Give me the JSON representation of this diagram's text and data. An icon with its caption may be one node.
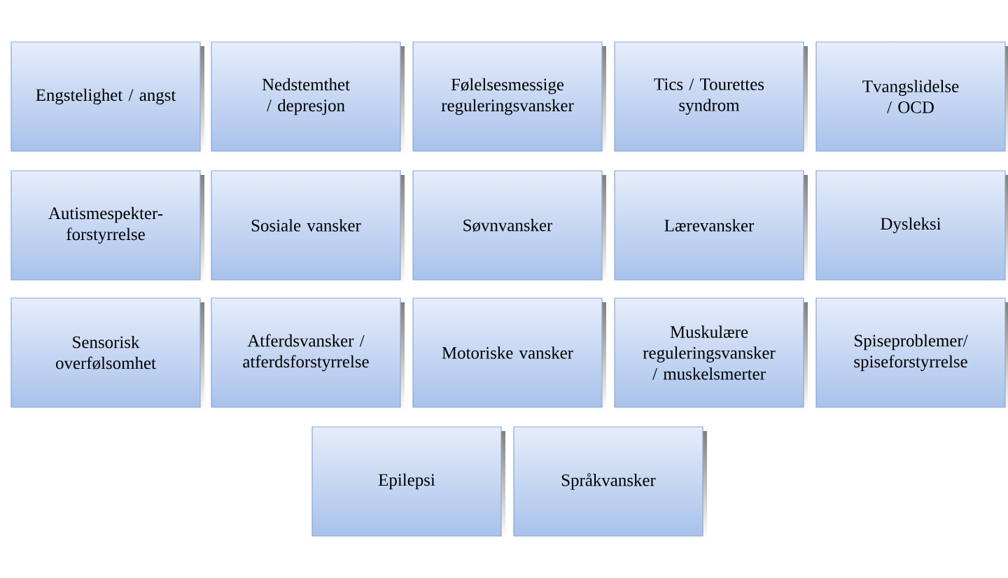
{
  "diagram": {
    "nodes": [
      {
        "text": [
          "Engstelighet / angst"
        ]
      },
      {
        "text": [
          "Nedstemthet / depresjon"
        ]
      },
      {
        "text": [
          "Følelsesmessige reguleringsvansker"
        ]
      },
      {
        "text": [
          "Tics / Tourettes syndrom"
        ]
      },
      {
        "text": [
          "Tvangslidelse / OCD"
        ]
      },
      {
        "text": [
          "Autismespekter-forstyrrelse"
        ]
      },
      {
        "text": [
          "Sosiale vansker"
        ]
      },
      {
        "text": [
          "Søvnvansker"
        ]
      },
      {
        "text": [
          "Lærevansker"
        ]
      },
      {
        "text": [
          "Dysleksi"
        ]
      },
      {
        "text": [
          "Sensorisk overfølsomhet"
        ]
      },
      {
        "text": [
          "Atferdsvansker / atferdsforstyrrelse"
        ]
      },
      {
        "text": [
          "Motoriske vansker"
        ]
      },
      {
        "text": [
          "Muskulære reguleringsvansker / muskelsmerter"
        ]
      },
      {
        "text": [
          "Spiseproblemer/ spiseforstyrrelse"
        ]
      },
      {
        "text": [
          "Epilepsi"
        ]
      },
      {
        "text": [
          "Språkvansker"
        ]
      }
    ]
  }
}
